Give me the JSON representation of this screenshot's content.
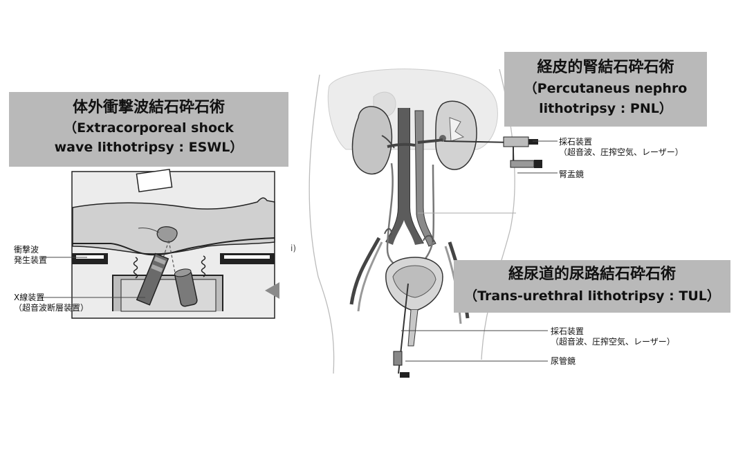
{
  "eswl": {
    "title": "体外衝撃波結石砕石術",
    "subtitle_line1": "（Extracorporeal shock",
    "subtitle_line2": "wave lithotripsy : ESWL）",
    "label_generator_line1": "衝撃波",
    "label_generator_line2": "発生装置",
    "label_xray_line1": "X線装置",
    "label_xray_line2": "（超音波断層装置）"
  },
  "pnl": {
    "title": "経皮的腎結石砕石術",
    "subtitle_line1": "（Percutaneus nephro",
    "subtitle_line2": "lithotripsy : PNL）",
    "label_device_line1": "採石装置",
    "label_device_line2": "（超音波、圧搾空気、レーザー）",
    "label_scope": "腎盂鏡"
  },
  "tul": {
    "title": "経尿道的尿路結石砕石術",
    "subtitle": "（Trans-urethral lithotripsy : TUL）",
    "label_device_line1": "採石装置",
    "label_device_line2": "（超音波、圧搾空気、レーザー）",
    "label_scope": "尿管鏡"
  },
  "stray_mark": "i)",
  "colors": {
    "title_box": "#b9b9b9",
    "organ_fill": "#cfcfcf",
    "vessel_dark": "#555555",
    "outline": "#222222"
  }
}
